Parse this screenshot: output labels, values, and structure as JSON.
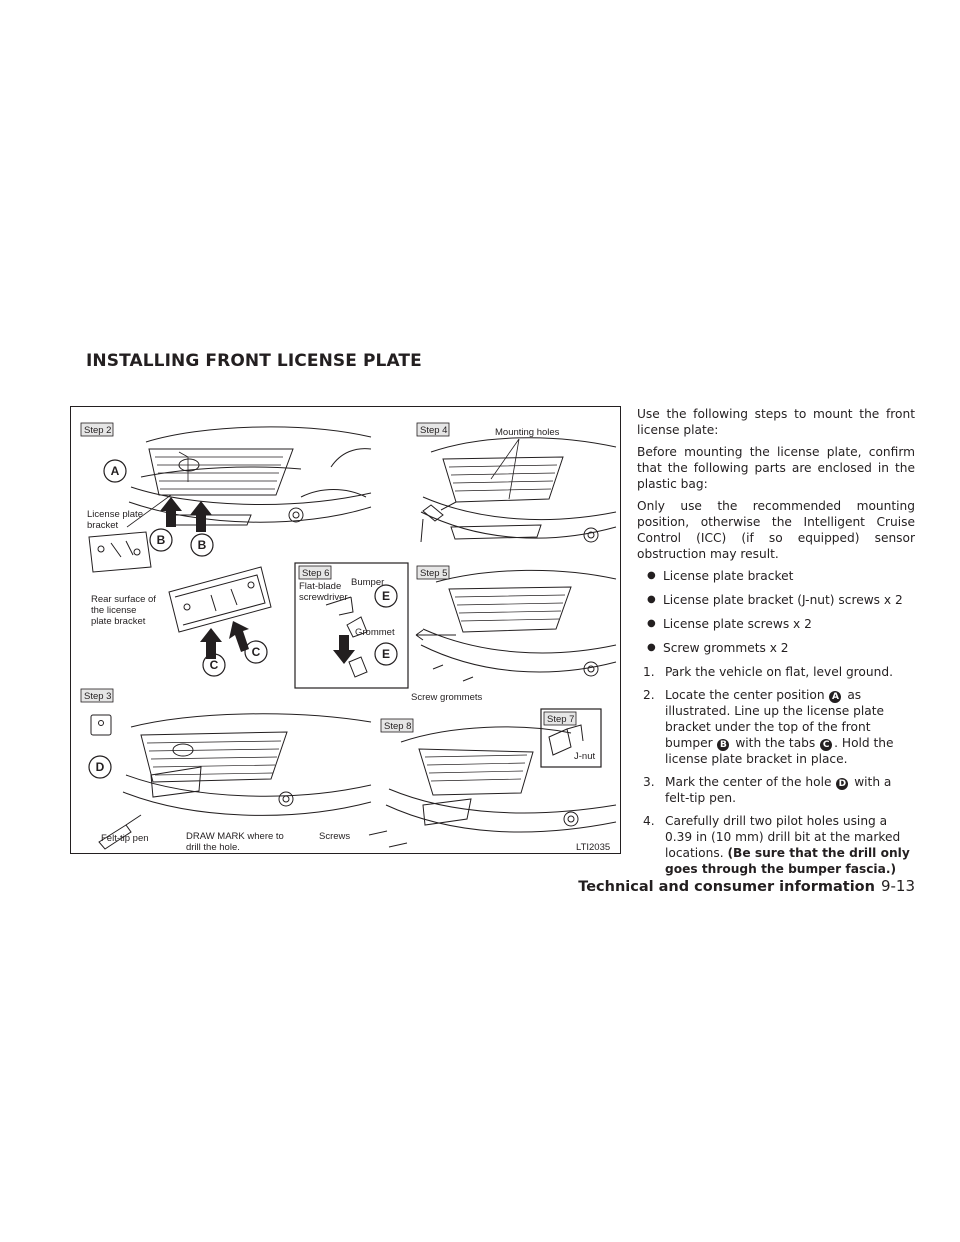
{
  "section": {
    "title": "INSTALLING FRONT LICENSE PLATE"
  },
  "figure": {
    "id": "LTI2035",
    "steps": {
      "step2": "Step 2",
      "step3": "Step 3",
      "step4": "Step 4",
      "step5": "Step 5",
      "step6": "Step 6",
      "step7": "Step 7",
      "step8": "Step 8"
    },
    "labels": {
      "mounting_holes": "Mounting holes",
      "license_bracket_1": "License plate",
      "license_bracket_2": "bracket",
      "rear_surface_1": "Rear surface of",
      "rear_surface_2": "the license",
      "rear_surface_3": "plate bracket",
      "flat_blade_1": "Flat-blade",
      "flat_blade_2": "screwdriver",
      "bumper": "Bumper",
      "grommet": "Grommet",
      "screw_grommets": "Screw grommets",
      "j_nut": "J-nut",
      "felt_tip_pen": "Felt-tip pen",
      "draw_mark_1": "DRAW MARK where to",
      "draw_mark_2": "drill the hole.",
      "screws": "Screws"
    },
    "callouts": {
      "a": "A",
      "b": "B",
      "c": "C",
      "d": "D",
      "e": "E"
    }
  },
  "body": {
    "intro1": "Use the following steps to mount the front license plate:",
    "intro2": "Before mounting the license plate, confirm that the following parts are enclosed in the plastic bag:",
    "intro3": "Only use the recommended mounting position, otherwise the Intelligent Cruise Control (ICC) (if so equipped) sensor obstruction may result.",
    "bullets": [
      "License plate bracket",
      "License plate bracket (J-nut) screws x 2",
      "License plate screws x 2",
      "Screw grommets x 2"
    ],
    "step1": {
      "num": "1.",
      "text": "Park the vehicle on flat, level ground."
    },
    "step2": {
      "num": "2.",
      "a": "Locate the center position",
      "b": "as illustrated. Line up the license plate bracket under the top of the front bumper",
      "c": "with the tabs",
      "d": ". Hold the license plate bracket in place."
    },
    "step3": {
      "num": "3.",
      "a": "Mark the center of the hole",
      "b": "with a felt-tip pen."
    },
    "step4": {
      "num": "4.",
      "text": "Carefully drill two pilot holes using a 0.39 in (10 mm) drill bit at the marked locations.",
      "bold": "(Be sure that the drill only goes through the bumper fascia.)"
    }
  },
  "footer": {
    "title": "Technical and consumer information",
    "page": "9-13"
  }
}
